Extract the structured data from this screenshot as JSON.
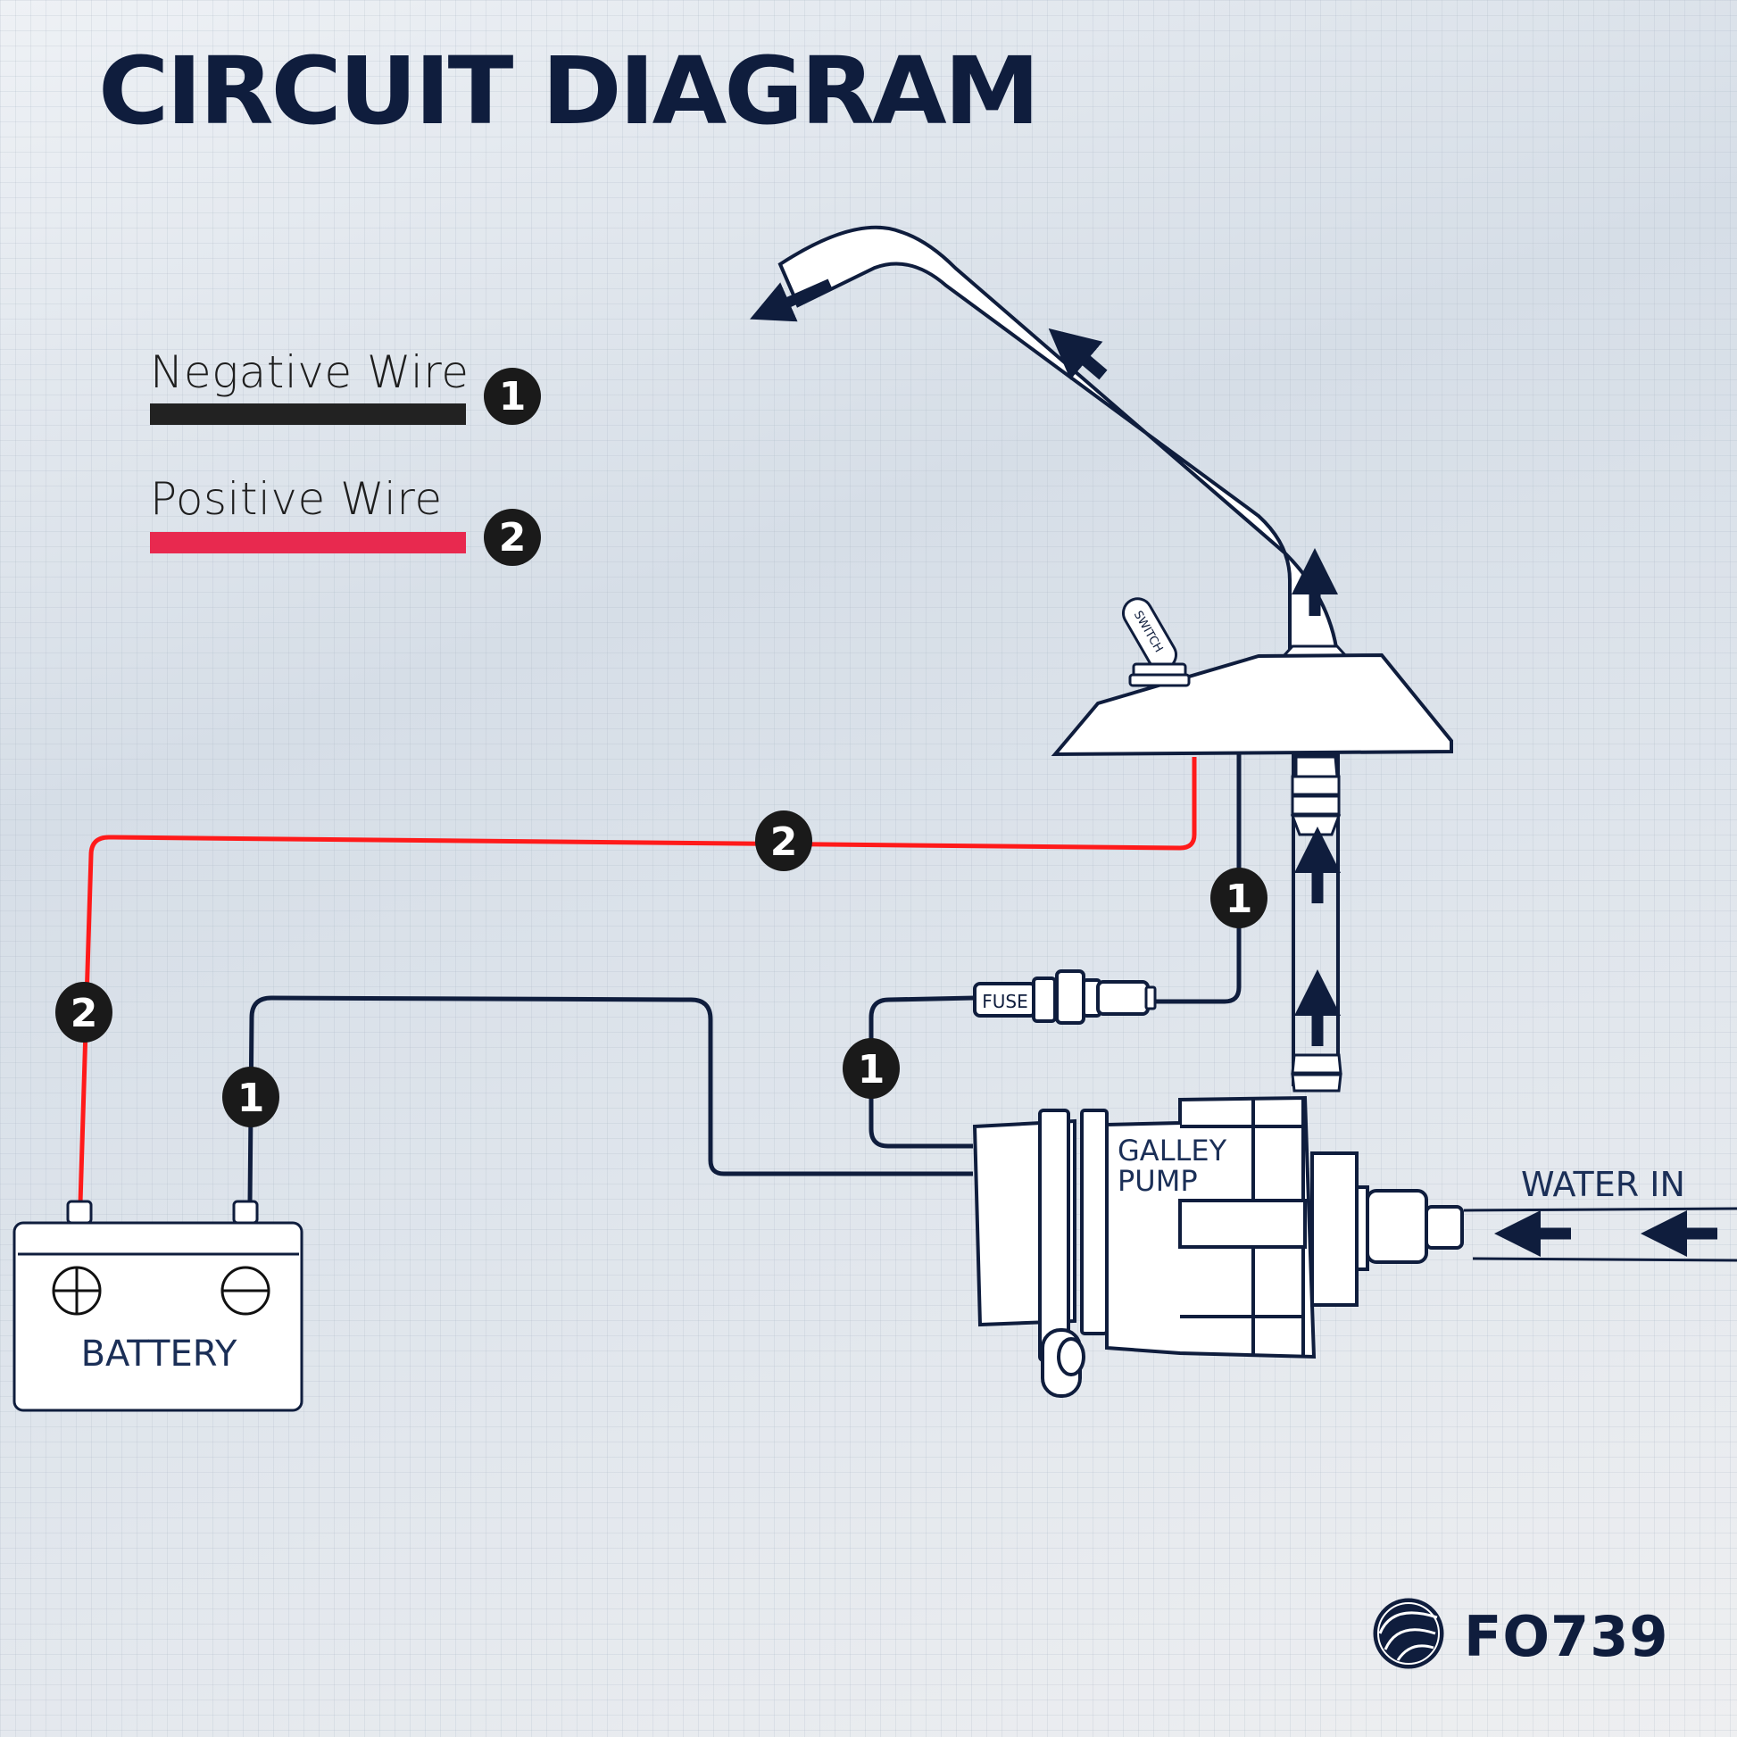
{
  "title": "CIRCUIT DIAGRAM",
  "legend": [
    {
      "label": "Negative Wire",
      "number": "1",
      "color": "#222222"
    },
    {
      "label": "Positive Wire",
      "number": "2",
      "color": "#e8294f"
    }
  ],
  "wire_colors": {
    "negative": "#0f1d3d",
    "positive": "#ff1a1a"
  },
  "components": {
    "battery": {
      "label": "BATTERY",
      "positive_symbol": "plus-terminal-icon",
      "negative_symbol": "minus-terminal-icon"
    },
    "pump": {
      "label_line1": "GALLEY",
      "label_line2": "PUMP"
    },
    "fuse": {
      "label": "FUSE"
    },
    "switch": {
      "label": "SWITCH"
    },
    "water_in": {
      "label": "WATER IN"
    }
  },
  "wire_markers": {
    "positive_top": "2",
    "positive_left": "2",
    "negative_battery": "1",
    "negative_fuse_side": "1",
    "negative_faucet": "1"
  },
  "brand": {
    "product_code": "FO739",
    "icon": "wave-logo-icon"
  }
}
